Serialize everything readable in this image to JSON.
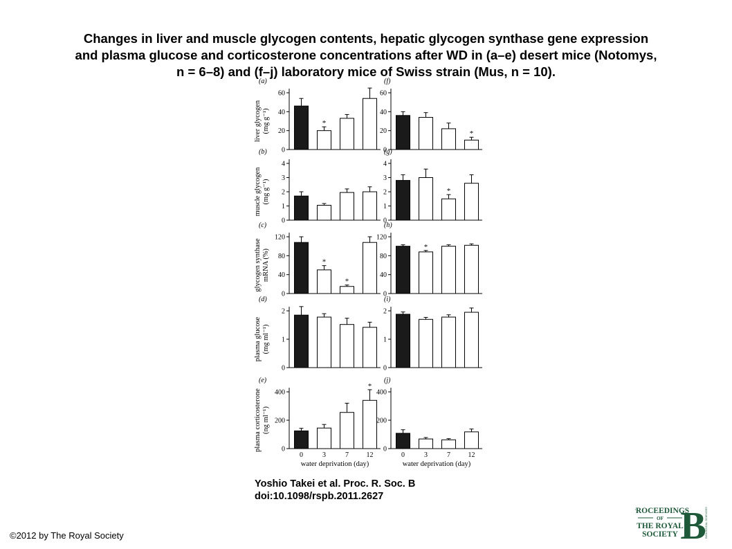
{
  "header": {
    "title_line1": "Changes in liver and muscle glycogen contents, hepatic glycogen synthase gene expression",
    "title_line2": "and plasma glucose and corticosterone concentrations after WD in (a–e) desert mice (Notomys,",
    "title_line3": "n = 6–8) and (f–j) laboratory mice of Swiss strain (Mus, n = 10)."
  },
  "citation": {
    "line1": "Yoshio Takei et al. Proc. R. Soc. B",
    "line2": "doi:10.1098/rspb.2011.2627"
  },
  "copyright": "©2012 by The Royal Society",
  "logo": {
    "line1": "PROCEEDINGS",
    "line2": "OF",
    "line3": "THE ROYAL",
    "line4": "SOCIETY",
    "letter": "B",
    "side_text": "BIOLOGICAL SCIENCES"
  },
  "colors": {
    "control_bar": "#1a1a1a",
    "treatment_bar": "#ffffff",
    "axis": "#000000"
  },
  "chart_data": [
    {
      "panel": "(a)",
      "type": "bar",
      "ylabel": [
        "liver glycogen",
        "(mg g⁻¹)"
      ],
      "ylim": [
        0,
        60
      ],
      "yticks": [
        0,
        20,
        40,
        60
      ],
      "categories": [
        "0",
        "3",
        "7",
        "12"
      ],
      "values": [
        46,
        20,
        33,
        54
      ],
      "errors": [
        8,
        4,
        4,
        11
      ],
      "significant": [
        false,
        true,
        false,
        false
      ]
    },
    {
      "panel": "(b)",
      "type": "bar",
      "ylabel": [
        "muscle glycogen",
        "(mg g⁻¹)"
      ],
      "ylim": [
        0,
        4
      ],
      "yticks": [
        0,
        1,
        2,
        3,
        4
      ],
      "categories": [
        "0",
        "3",
        "7",
        "12"
      ],
      "values": [
        1.7,
        1.05,
        1.95,
        2.0
      ],
      "errors": [
        0.3,
        0.12,
        0.25,
        0.35
      ],
      "significant": [
        false,
        false,
        false,
        false
      ]
    },
    {
      "panel": "(c)",
      "type": "bar",
      "ylabel": [
        "glycogen synthase",
        "mRNA (%)"
      ],
      "ylim": [
        0,
        120
      ],
      "yticks": [
        0,
        40,
        80,
        120
      ],
      "categories": [
        "0",
        "3",
        "7",
        "12"
      ],
      "values": [
        108,
        50,
        15,
        108
      ],
      "errors": [
        12,
        9,
        3,
        12
      ],
      "significant": [
        false,
        true,
        true,
        false
      ]
    },
    {
      "panel": "(d)",
      "type": "bar",
      "ylabel": [
        "plasma glucose",
        "(mg ml⁻¹)"
      ],
      "ylim": [
        0,
        2
      ],
      "yticks": [
        0,
        1,
        2
      ],
      "categories": [
        "0",
        "3",
        "7",
        "12"
      ],
      "values": [
        1.85,
        1.78,
        1.52,
        1.42
      ],
      "errors": [
        0.3,
        0.12,
        0.22,
        0.18
      ],
      "significant": [
        false,
        false,
        false,
        false
      ]
    },
    {
      "panel": "(e)",
      "type": "bar",
      "ylabel": [
        "plasma corticosterone",
        "(ng ml⁻¹)"
      ],
      "ylim": [
        0,
        400
      ],
      "yticks": [
        0,
        200,
        400
      ],
      "categories": [
        "0",
        "3",
        "7",
        "12"
      ],
      "values": [
        125,
        145,
        255,
        340
      ],
      "errors": [
        18,
        25,
        65,
        75
      ],
      "significant": [
        false,
        false,
        false,
        true
      ],
      "xlabel": "water deprivation (day)"
    },
    {
      "panel": "(f)",
      "type": "bar",
      "ylabel": null,
      "ylim": [
        0,
        60
      ],
      "yticks": [
        0,
        20,
        40,
        60
      ],
      "categories": [
        "0",
        "3",
        "7",
        "12"
      ],
      "values": [
        36,
        34,
        22,
        10
      ],
      "errors": [
        4,
        5,
        6,
        3
      ],
      "significant": [
        false,
        false,
        false,
        true
      ]
    },
    {
      "panel": "(g)",
      "type": "bar",
      "ylabel": null,
      "ylim": [
        0,
        4
      ],
      "yticks": [
        0,
        1,
        2,
        3,
        4
      ],
      "categories": [
        "0",
        "3",
        "7",
        "12"
      ],
      "values": [
        2.8,
        3.0,
        1.5,
        2.6
      ],
      "errors": [
        0.4,
        0.6,
        0.3,
        0.6
      ],
      "significant": [
        false,
        false,
        true,
        false
      ]
    },
    {
      "panel": "(h)",
      "type": "bar",
      "ylabel": null,
      "ylim": [
        0,
        120
      ],
      "yticks": [
        0,
        40,
        80,
        120
      ],
      "categories": [
        "0",
        "3",
        "7",
        "12"
      ],
      "values": [
        100,
        88,
        100,
        102
      ],
      "errors": [
        3,
        3,
        3,
        3
      ],
      "significant": [
        false,
        true,
        false,
        false
      ]
    },
    {
      "panel": "(i)",
      "type": "bar",
      "ylabel": null,
      "ylim": [
        0,
        2
      ],
      "yticks": [
        0,
        1,
        2
      ],
      "categories": [
        "0",
        "3",
        "7",
        "12"
      ],
      "values": [
        1.88,
        1.7,
        1.78,
        1.95
      ],
      "errors": [
        0.08,
        0.07,
        0.08,
        0.15
      ],
      "significant": [
        false,
        false,
        false,
        false
      ]
    },
    {
      "panel": "(j)",
      "type": "bar",
      "ylabel": null,
      "ylim": [
        0,
        400
      ],
      "yticks": [
        0,
        200,
        400
      ],
      "categories": [
        "0",
        "3",
        "7",
        "12"
      ],
      "values": [
        108,
        68,
        62,
        118
      ],
      "errors": [
        25,
        10,
        8,
        20
      ],
      "significant": [
        false,
        false,
        false,
        false
      ],
      "xlabel": "water deprivation (day)"
    }
  ]
}
